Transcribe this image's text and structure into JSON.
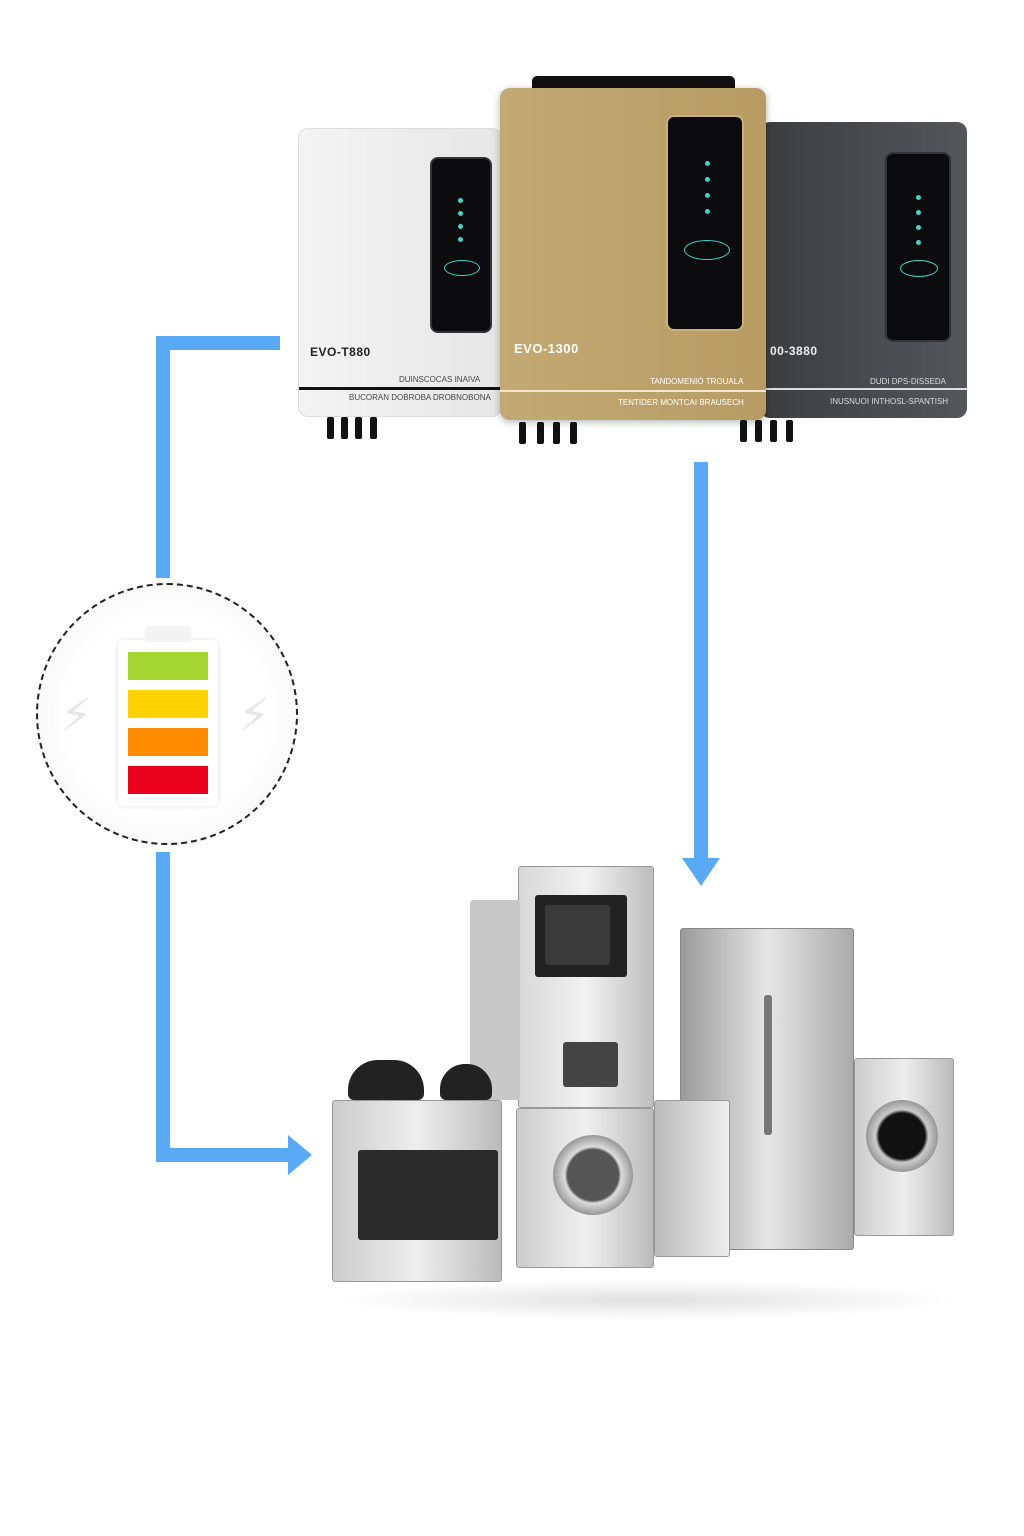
{
  "inverters": [
    {
      "model": "EVO-T880",
      "spec_line_1": "DUINSCOCAS INAIVA",
      "spec_line_2": "BUCORAN DOBROBA DROBNOBONA",
      "color": "#eeeeee"
    },
    {
      "model": "EVO-1300",
      "spec_line_1": "TANDOMENIÓ TROUALA",
      "spec_line_2": "TENTIDER MONTCAI BRAUSECH",
      "color": "#bfa46e"
    },
    {
      "model": "00-3880",
      "spec_line_1": "DUDI DPS-DISSEDA",
      "spec_line_2": "INUSNUOI INTHOSL-SPANTISH",
      "color": "#4a4b4e"
    }
  ],
  "battery": {
    "levels": [
      "#a6d631",
      "#ffd200",
      "#ff8c00",
      "#e8001c"
    ]
  },
  "flow_color": "#5aa9f7",
  "icons": [
    "battery-icon",
    "lightning-icon",
    "arrow-down-icon",
    "arrow-right-icon"
  ]
}
